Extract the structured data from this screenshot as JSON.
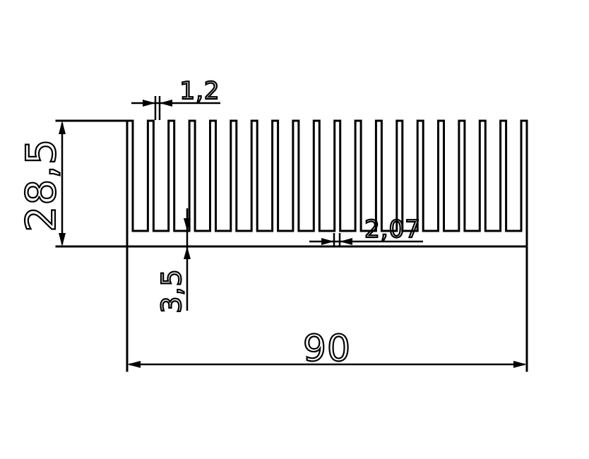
{
  "drawing": {
    "title": "",
    "subject": "heat-sink-profile",
    "units": "mm",
    "fin_count": 20,
    "dimensions": {
      "fin_thickness": "1,2",
      "height": "28,5",
      "base_thickness": "3,5",
      "fin_gap": "2,07",
      "width": "90"
    }
  }
}
